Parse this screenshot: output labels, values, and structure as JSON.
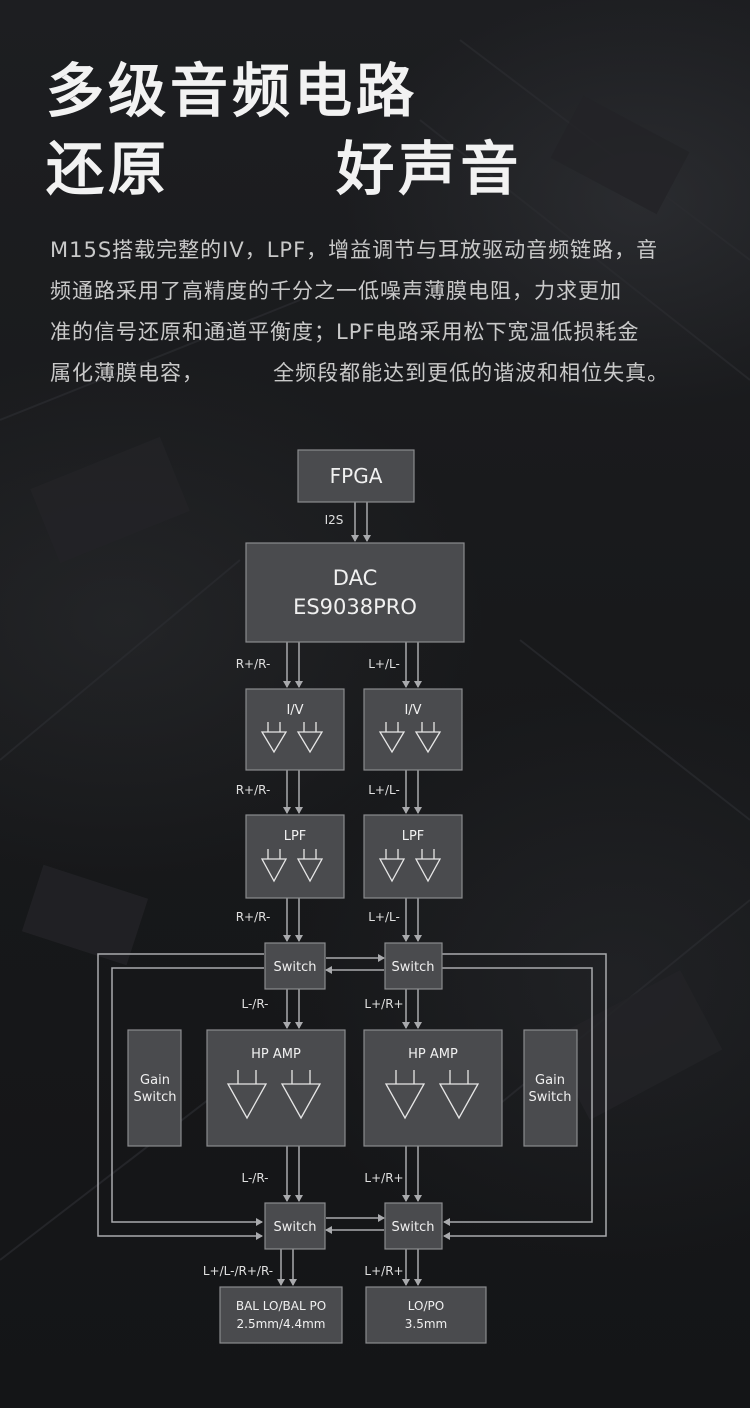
{
  "title": {
    "line1": "多级音频电路",
    "line2_left": "还原",
    "line2_right": "好声音"
  },
  "description": [
    "M15S搭载完整的IV，LPF，增益调节与耳放驱动音频链路，音",
    "频通路采用了高精度的千分之一低噪声薄膜电阻，力求更加",
    "准的信号还原和通道平衡度；LPF电路采用松下宽温低损耗金",
    "属化薄膜电容，         全频段都能达到更低的谐波和相位失真。"
  ],
  "diagram": {
    "fpga": "FPGA",
    "i2s": "I2S",
    "dac_line1": "DAC",
    "dac_line2": "ES9038PRO",
    "dac_out_left": "R+/R-",
    "dac_out_right": "L+/L-",
    "iv_left": "I/V",
    "iv_right": "I/V",
    "iv_out_left": "R+/R-",
    "iv_out_right": "L+/L-",
    "lpf_left": "LPF",
    "lpf_right": "LPF",
    "lpf_out_left": "R+/R-",
    "lpf_out_right": "L+/L-",
    "switch_label": "Switch",
    "switch_out_left": "L-/R-",
    "switch_out_right": "L+/R+",
    "gain_left_line1": "Gain",
    "gain_left_line2": "Switch",
    "gain_right_line1": "Gain",
    "gain_right_line2": "Switch",
    "hp_amp_left": "HP AMP",
    "hp_amp_right": "HP AMP",
    "amp_out_left": "L-/R-",
    "amp_out_right": "L+/R+",
    "final_out_left": "L+/L-/R+/R-",
    "final_out_right": "L+/R+",
    "bal_line1": "BAL LO/BAL PO",
    "bal_line2": "2.5mm/4.4mm",
    "lo_line1": "LO/PO",
    "lo_line2": "3.5mm"
  },
  "colors": {
    "box_fill": "#4a4b4e",
    "box_stroke": "#8a8b8e",
    "wire": "#a9aaad",
    "text": "#f0f0f0"
  }
}
